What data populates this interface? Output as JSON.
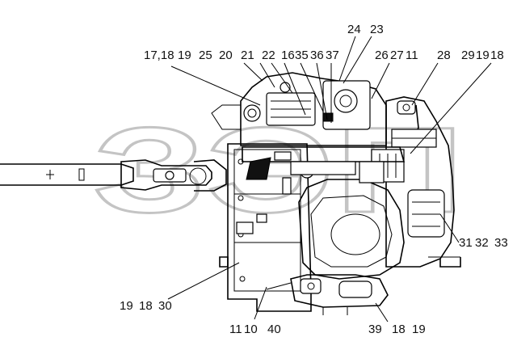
{
  "watermark": "ЗЭП",
  "labels": {
    "l1": "17,18",
    "l2": "19",
    "l3": "25",
    "l4": "20",
    "l5": "21",
    "l6": "22",
    "l7": "16",
    "l8": "35",
    "l9": "36",
    "l10": "37",
    "l11": "24",
    "l12": "23",
    "l13": "26",
    "l14": "27",
    "l15": "11",
    "l16": "28",
    "l17": "29",
    "l18": "19",
    "l19": "18",
    "l20": "31",
    "l21": "32",
    "l22": "33",
    "l23": "19",
    "l24": "18",
    "l25": "30",
    "l26": "11",
    "l27": "10",
    "l28": "40",
    "l29": "39",
    "l30": "18",
    "l31": "19"
  }
}
